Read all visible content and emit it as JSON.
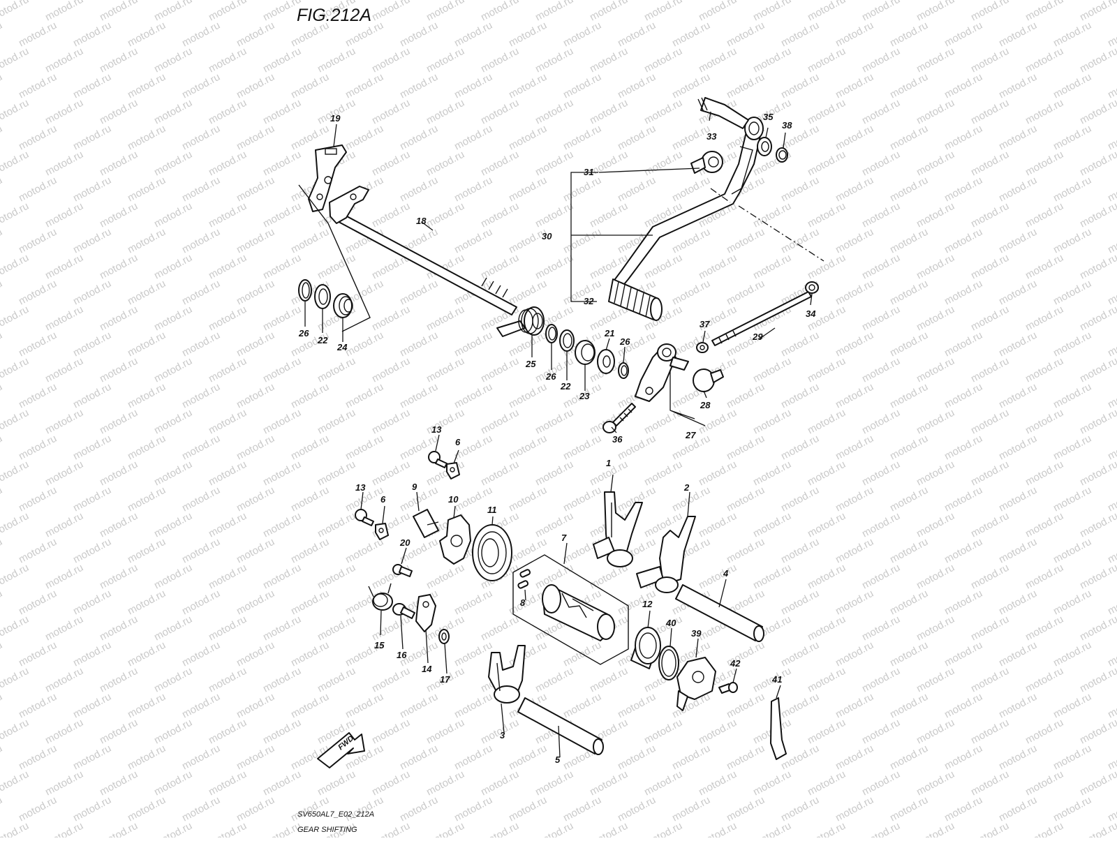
{
  "figure_title": "FIG.212A",
  "footer": {
    "model_code": "SV650AL7_E02_212A",
    "caption": "GEAR SHIFTING"
  },
  "fwd_label": "FWD",
  "watermark": "motod.ru",
  "callouts": [
    "1",
    "2",
    "3",
    "4",
    "5",
    "6",
    "6",
    "7",
    "8",
    "9",
    "10",
    "11",
    "12",
    "13",
    "13",
    "14",
    "15",
    "16",
    "17",
    "18",
    "19",
    "20",
    "21",
    "22",
    "22",
    "23",
    "24",
    "25",
    "26",
    "26",
    "26",
    "27",
    "28",
    "29",
    "30",
    "31",
    "32",
    "33",
    "34",
    "35",
    "36",
    "37",
    "38",
    "39",
    "40",
    "41",
    "42"
  ]
}
